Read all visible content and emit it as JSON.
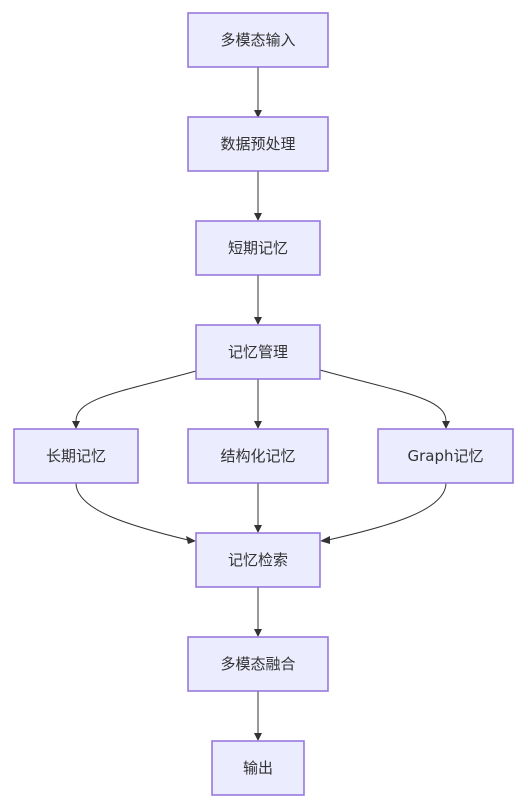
{
  "nodes": {
    "multimodal_input": "多模态输入",
    "preprocessing": "数据预处理",
    "short_term_memory": "短期记忆",
    "memory_management": "记忆管理",
    "long_term_memory": "长期记忆",
    "structured_memory": "结构化记忆",
    "graph_memory": "Graph记忆",
    "memory_retrieval": "记忆检索",
    "multimodal_fusion": "多模态融合",
    "output": "输出"
  },
  "edges": [
    {
      "from": "multimodal_input",
      "to": "preprocessing"
    },
    {
      "from": "preprocessing",
      "to": "short_term_memory"
    },
    {
      "from": "short_term_memory",
      "to": "memory_management"
    },
    {
      "from": "memory_management",
      "to": "long_term_memory"
    },
    {
      "from": "memory_management",
      "to": "structured_memory"
    },
    {
      "from": "memory_management",
      "to": "graph_memory"
    },
    {
      "from": "long_term_memory",
      "to": "memory_retrieval"
    },
    {
      "from": "structured_memory",
      "to": "memory_retrieval"
    },
    {
      "from": "graph_memory",
      "to": "memory_retrieval"
    },
    {
      "from": "memory_retrieval",
      "to": "multimodal_fusion"
    },
    {
      "from": "multimodal_fusion",
      "to": "output"
    }
  ],
  "colors": {
    "node_fill": "#ECECFF",
    "node_border": "#9370DB",
    "edge": "#333333",
    "text": "#333333"
  }
}
